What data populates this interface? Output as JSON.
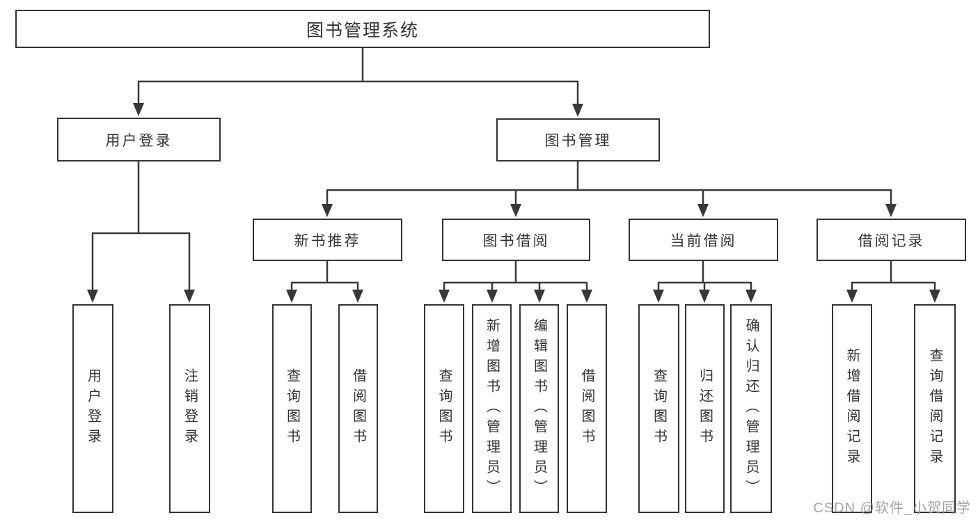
{
  "colors": {
    "line": "#383838",
    "box_border": "#333333",
    "box_background": "#ffffff",
    "text": "#333333",
    "watermark_text": "#949494"
  },
  "diagram": {
    "root": {
      "label": "图书管理系统"
    },
    "level2": [
      {
        "label": "用户登录"
      },
      {
        "label": "图书管理"
      }
    ],
    "level3": [
      {
        "label": "新书推荐"
      },
      {
        "label": "图书借阅"
      },
      {
        "label": "当前借阅"
      },
      {
        "label": "借阅记录"
      }
    ],
    "leaves": {
      "login": [
        "用户登录",
        "注销登录"
      ],
      "recommend": [
        "查询图书",
        "借阅图书"
      ],
      "borrow": [
        "查询图书",
        "新增图书（管理员）",
        "编辑图书（管理员）",
        "借阅图书"
      ],
      "current": [
        "查询图书",
        "归还图书",
        "确认归还（管理员）"
      ],
      "records": [
        "新增借阅记录",
        "查询借阅记录"
      ]
    }
  },
  "watermark": {
    "text": "CSDN @软件_小贺同学"
  }
}
